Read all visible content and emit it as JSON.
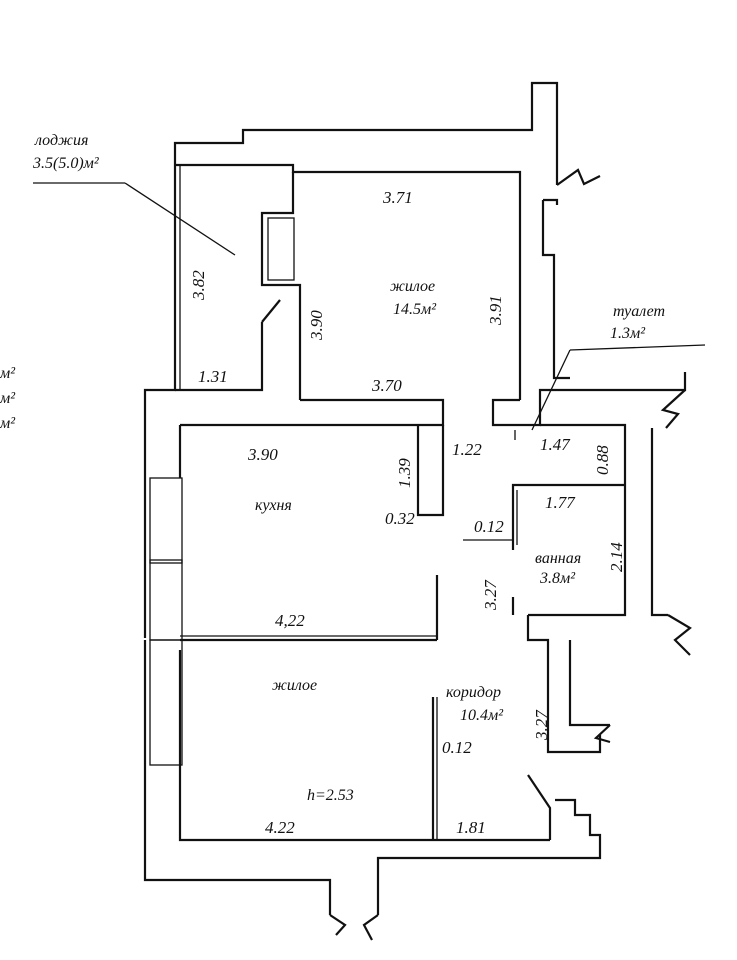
{
  "rooms": {
    "loggia": {
      "name": "лоджия",
      "area": "3.5(5.0)м²"
    },
    "living_top": {
      "name": "жилое",
      "area": "14.5м²"
    },
    "toilet": {
      "name": "туалет",
      "area": "1.3м²"
    },
    "kitchen": {
      "name": "кухня"
    },
    "bathroom": {
      "name": "ванная",
      "area": "3.8м²"
    },
    "living_bottom": {
      "name": "жилое"
    },
    "corridor": {
      "name": "коридор",
      "area": "10.4м²"
    }
  },
  "ceiling_height": "h=2.53",
  "dimensions": {
    "d_371": "3.71",
    "d_382": "3.82",
    "d_390v": "3.90",
    "d_391": "3.91",
    "d_131": "1.31",
    "d_370": "3.70",
    "d_390h": "3.90",
    "d_139": "1.39",
    "d_122": "1.22",
    "d_147": "1.47",
    "d_088": "0.88",
    "d_032": "0.32",
    "d_012a": "0.12",
    "d_177": "1.77",
    "d_214": "2.14",
    "d_327a": "3.27",
    "d_422a": "4,22",
    "d_327b": "3.27",
    "d_012b": "0.12",
    "d_422b": "4.22",
    "d_181": "1.81"
  },
  "legend_fragments": [
    "м²",
    "м²",
    "м²"
  ]
}
